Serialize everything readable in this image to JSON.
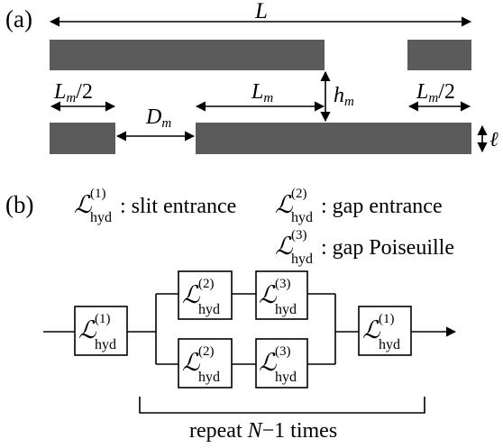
{
  "panel_a": {
    "label": "(a)",
    "L": "L",
    "half_m_left_main": "L",
    "half_m_left_sub": "m",
    "half_m_left_tail": "/2",
    "half_m_right_main": "L",
    "half_m_right_sub": "m",
    "half_m_right_tail": "/2",
    "Lm_main": "L",
    "Lm_sub": "m",
    "Dm_main": "D",
    "Dm_sub": "m",
    "hm_main": "h",
    "hm_sub": "m",
    "ell": "ℓ"
  },
  "panel_b": {
    "label": "(b)",
    "symbol": "ℒ",
    "subscript": "hyd",
    "legend": [
      {
        "index": "(1)",
        "text": ": slit entrance"
      },
      {
        "index": "(2)",
        "text": ": gap entrance"
      },
      {
        "index": "(3)",
        "text": ": gap Poiseuille"
      }
    ],
    "boxes": [
      {
        "index": "(1)"
      },
      {
        "index": "(2)"
      },
      {
        "index": "(3)"
      },
      {
        "index": "(2)"
      },
      {
        "index": "(3)"
      },
      {
        "index": "(1)"
      }
    ],
    "repeat_prefix": "repeat ",
    "repeat_var": "N",
    "repeat_suffix": "−1 times"
  }
}
